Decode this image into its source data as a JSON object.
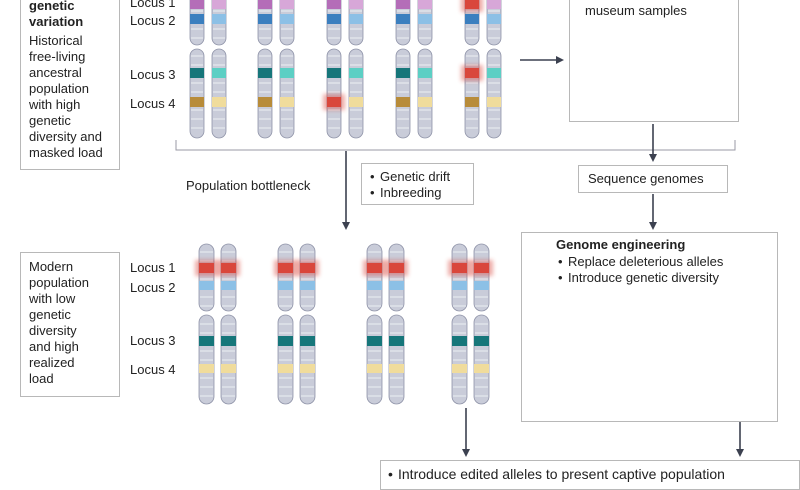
{
  "ancestral": {
    "heading": "genetic\nvariation",
    "description": "Historical\nfree-living\nancestral\npopulation\nwith high\ngenetic\ndiversity and\nmasked load"
  },
  "modern": {
    "description": "Modern\npopulation\nwith low\ngenetic\ndiversity\nand high\nrealized\nload"
  },
  "loci": [
    "Locus 1",
    "Locus 2",
    "Locus 3",
    "Locus 4"
  ],
  "museum": {
    "label": "Historical bioarchival or\nmuseum samples"
  },
  "bottleneck": {
    "label": "Population bottleneck",
    "causes": [
      "Genetic drift",
      "Inbreeding"
    ]
  },
  "sequence": {
    "label": "Sequence genomes"
  },
  "engineering": {
    "title": "Genome engineering",
    "steps": [
      "Replace deleterious alleles",
      "Introduce genetic diversity"
    ]
  },
  "bottom": {
    "label": "Introduce edited alleles to present captive population"
  },
  "colors": {
    "chromosome": "#c9ccd9",
    "chromosome_outline": "#8f93a8",
    "locus1": "#b46db8",
    "locus1_light": "#d7a7d8",
    "locus2": "#3b7fbf",
    "locus2_light": "#8cc0e6",
    "locus3": "#16767a",
    "locus3_light": "#5ccfc4",
    "locus4": "#b88c3a",
    "locus4_light": "#f0dc9c",
    "deleterious": "#d9473c",
    "arrow": "#3c4150"
  }
}
